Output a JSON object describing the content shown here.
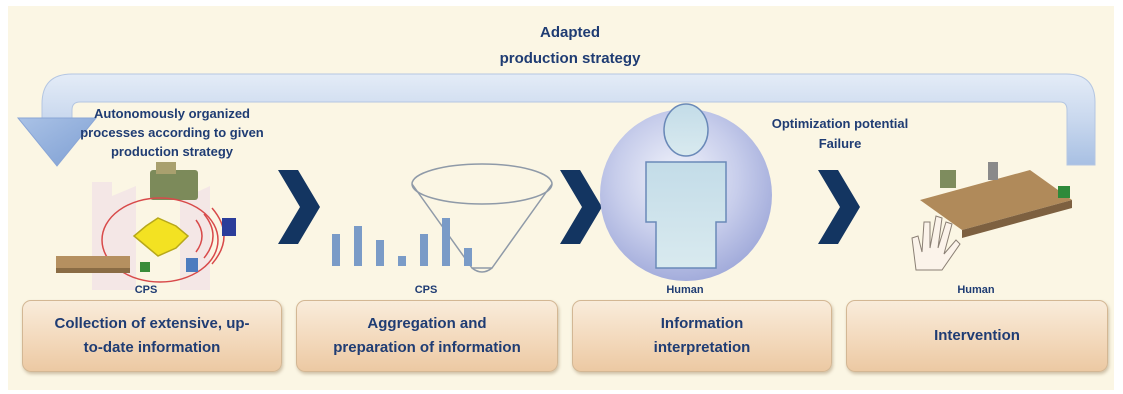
{
  "loop": {
    "title_line1": "Adapted",
    "title_line2": "production strategy"
  },
  "annotations": {
    "autonomous_line1": "Autonomously organized",
    "autonomous_line2": "processes according to given",
    "autonomous_line3": "production strategy",
    "optimization_line1": "Optimization potential",
    "optimization_line2": "Failure"
  },
  "actors": [
    "CPS",
    "CPS",
    "Human",
    "Human"
  ],
  "stages": [
    {
      "line1": "Collection of extensive, up-",
      "line2": "to-date information"
    },
    {
      "line1": "Aggregation and",
      "line2": "preparation of information"
    },
    {
      "line1": "Information",
      "line2": "interpretation"
    },
    {
      "line1": "Intervention",
      "line2": ""
    }
  ],
  "chart_data": {
    "type": "bar",
    "title": "",
    "values": [
      32,
      40,
      26,
      10,
      32,
      48,
      18
    ]
  }
}
